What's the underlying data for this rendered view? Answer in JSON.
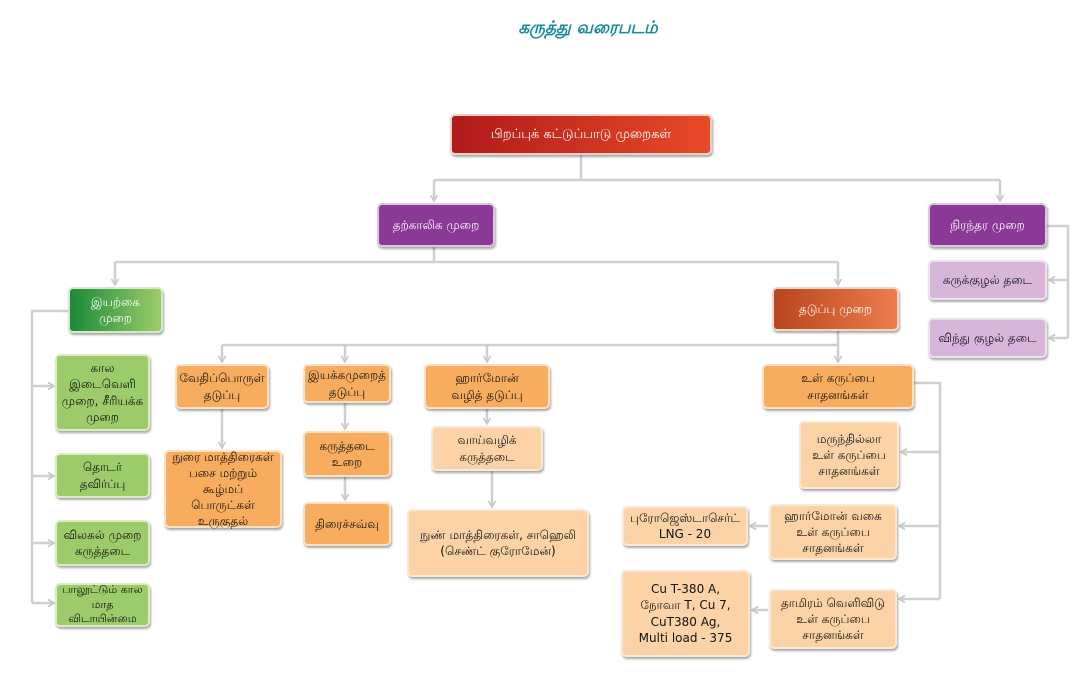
{
  "title": "கருத்து வரைபடம்",
  "nodes": {
    "root": "பிறப்புக் கட்டுப்பாடு முறைகள்",
    "temporary": "தற்காலிக முறை",
    "permanent": "நிரந்தர முறை",
    "tubectomy": "கருக்குழல் தடை",
    "vasectomy": "விந்து குழல் தடை",
    "natural": "இயற்கை\nமுறை",
    "periodic": "கால\nஇடைவெளி\nமுறை, சீரியக்க\nமுறை",
    "continuous_abstinence": "தொடர்\nதவிர்ப்பு",
    "withdrawal": "விலகல் முறை\nகருத்தடை",
    "lactational": "பாலூட்டும் கால\nமாத விடாயின்மை",
    "barrier_method": "தடுப்பு முறை",
    "chemical": "வேதிப்பொருள்\nதடுப்பு",
    "spermicides": "நுரை மாத்திரைகள்\nபசை மற்றும்\nகூழ்மப் பொருட்கள்\nஉருகுதல்",
    "mechanical": "இயக்கமுறைத்\nதடுப்பு",
    "condom": "கருத்தடை\nஉறை",
    "diaphragm": "திரைச்சவ்வு",
    "hormonal": "ஹார்மோன்\nவழித் தடுப்பு",
    "oral_pills": "வாய்வழிக்\nகருத்தடை",
    "pills_detail": "நுண் மாத்திரைகள், சாஹெலி\n(செண்ட் குரோமேன்)",
    "iud": "உள் கருப்பை\nசாதனங்கள்",
    "non_medicated": "மருந்தில்லா\nஉள் கருப்பை\nசாதனங்கள்",
    "hormonal_iud": "ஹார்மோன் வகை\nஉள் கருப்பை\nசாதனங்கள்",
    "hormonal_iud_examples": "புரோஜெஸ்டாசெர்ட்\nLNG - 20",
    "copper_iud": "தாமிரம் வெளிவிடு\nஉள் கருப்பை\nசாதனங்கள்",
    "copper_examples": "Cu T-380 A,\nநோவா T, Cu 7,\nCuT380 Ag,\nMulti load - 375"
  }
}
